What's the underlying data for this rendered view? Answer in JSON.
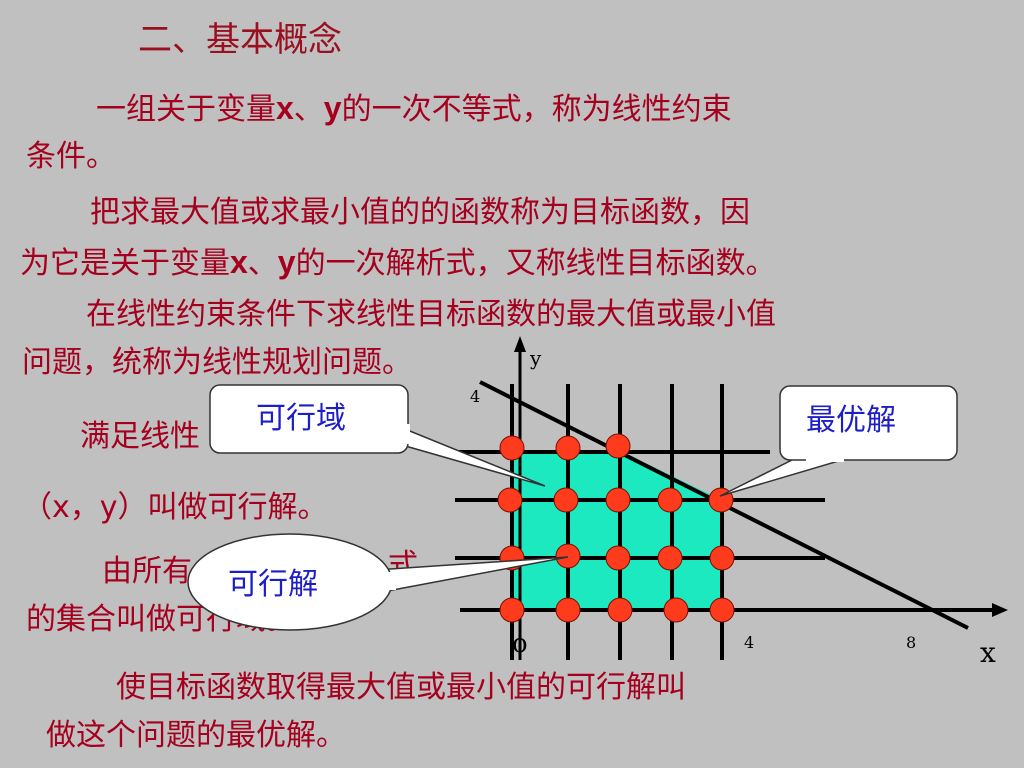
{
  "title": "二、基本概念",
  "p1": {
    "a": "一组关于变量",
    "x": "x",
    "sep": "、",
    "y": "y",
    "b": "的一次不等式，称为线性约束",
    "line2": "条件。"
  },
  "p2": {
    "line1": "把求最大值或求最小值的的函数称为目标函数，因",
    "a": "为它是关于变量",
    "x": "x",
    "sep": "、",
    "y": "y",
    "b": "的一次解析式，又称线性目标函数。"
  },
  "p3": {
    "line1": "在线性约束条件下求线性目标函数的最大值或最小值",
    "line2": "问题，统称为线性规划问题。"
  },
  "p4": {
    "line1": "满足线性",
    "line2": "（x，y）叫做可行解。"
  },
  "p5": {
    "line1": "由所有",
    "line1b": "式",
    "line2": "的集合叫做可行域。"
  },
  "p6": {
    "line1": "使目标函数取得最大值或最小值的可行解叫",
    "line2": "做这个问题的最优解。"
  },
  "callouts": {
    "feasible_region": "可行域",
    "optimal_solution": "最优解",
    "feasible_solution": "可行解"
  },
  "graph": {
    "y_axis_label": "y",
    "x_axis_label": "x",
    "origin_label": "o",
    "y_tick": "4",
    "x_ticks": [
      "4",
      "8"
    ],
    "region_color": "#1de9c0",
    "point_color": "#ff3b1e"
  }
}
